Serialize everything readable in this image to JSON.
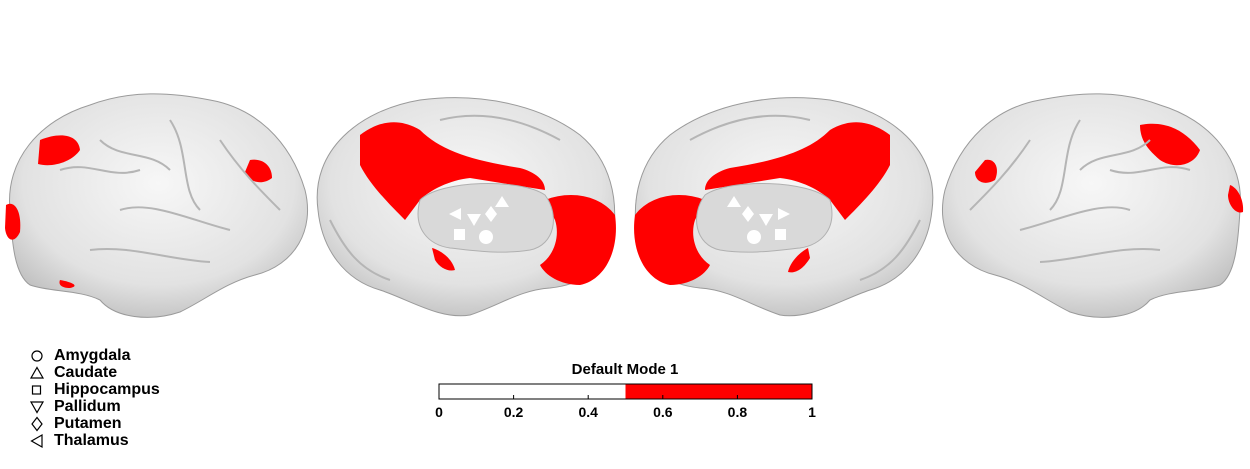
{
  "colorbar": {
    "title": "Default Mode 1",
    "range": [
      0,
      1
    ],
    "threshold": 0.5,
    "low_color": "#ffffff",
    "high_color": "#ff0000",
    "ticks": [
      "0",
      "0.2",
      "0.4",
      "0.6",
      "0.8",
      "1"
    ]
  },
  "legend": {
    "items": [
      {
        "label": "Amygdala",
        "symbol": "circle"
      },
      {
        "label": "Caudate",
        "symbol": "triangle-up"
      },
      {
        "label": "Hippocampus",
        "symbol": "square"
      },
      {
        "label": "Pallidum",
        "symbol": "triangle-down"
      },
      {
        "label": "Putamen",
        "symbol": "diamond"
      },
      {
        "label": "Thalamus",
        "symbol": "triangle-left"
      }
    ]
  },
  "colors": {
    "cortex": "#ececec",
    "active": "#ff0000",
    "subcortical": "#d9d9d9"
  }
}
